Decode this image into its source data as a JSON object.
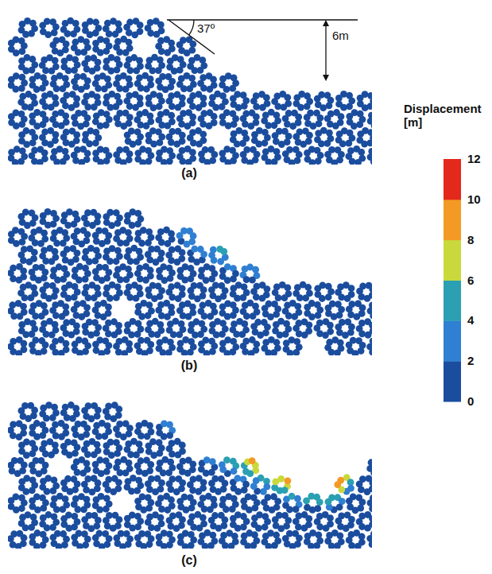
{
  "diagram": {
    "labels": [
      "37º",
      "6m",
      "(a)",
      "(b)",
      "(c)",
      "Displacement [m]",
      "12",
      "10",
      "8",
      "6",
      "4",
      "2",
      "0"
    ]
  }
}
